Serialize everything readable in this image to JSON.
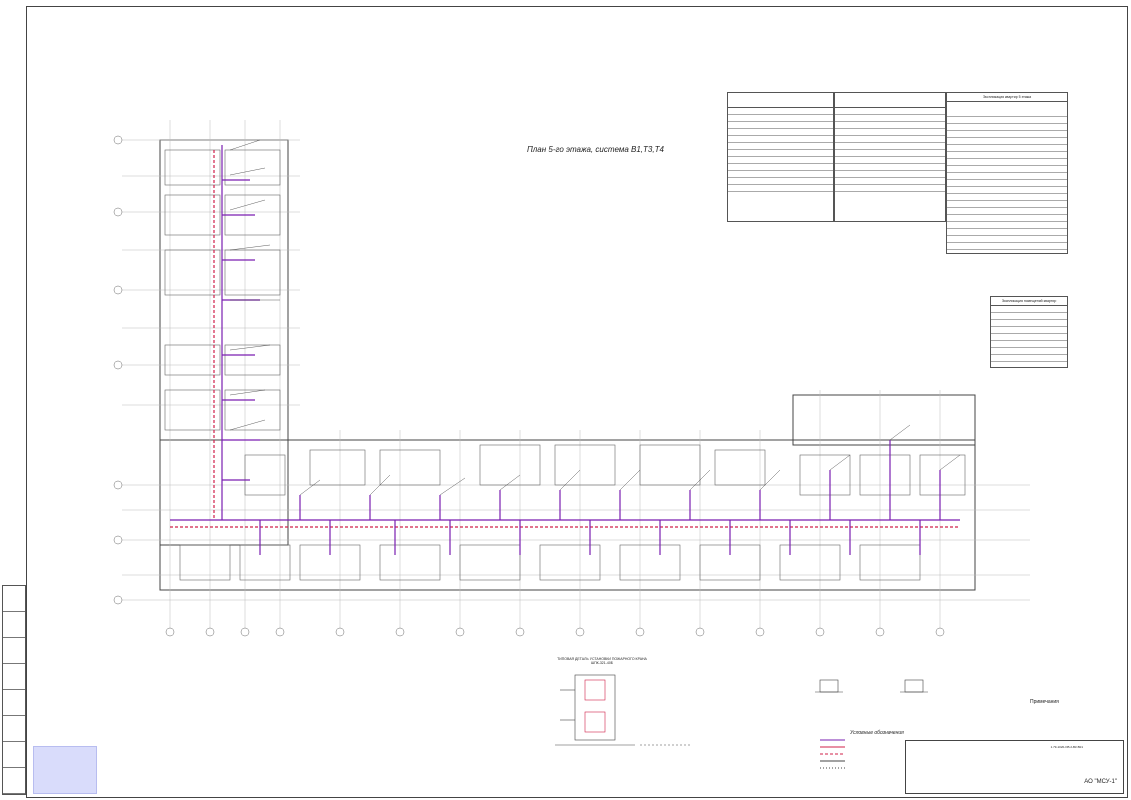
{
  "title": "План 5-го этажа, система В1,Т3,Т4",
  "detail_title": "ТИПОВАЯ ДЕТАЛЬ УСТАНОВКИ ПОЖАРНОГО КРАНА ШПК-321-40Б",
  "legend_title": "Условные обозначения",
  "notes_title": "Примечания",
  "company": "АО \"МСУ-1\"",
  "stamp_code": "1.79-1020-ОВ.2-ВК.ВК1",
  "explication_title": "Экспликация квартир 5 этажа",
  "rooms_explication_title": "Экспликация помещений квартир",
  "colors": {
    "line": "#444444",
    "pipe": "#7a1fb0",
    "pipe_red": "#d0204a",
    "blue_box": "#d9dcfb"
  }
}
